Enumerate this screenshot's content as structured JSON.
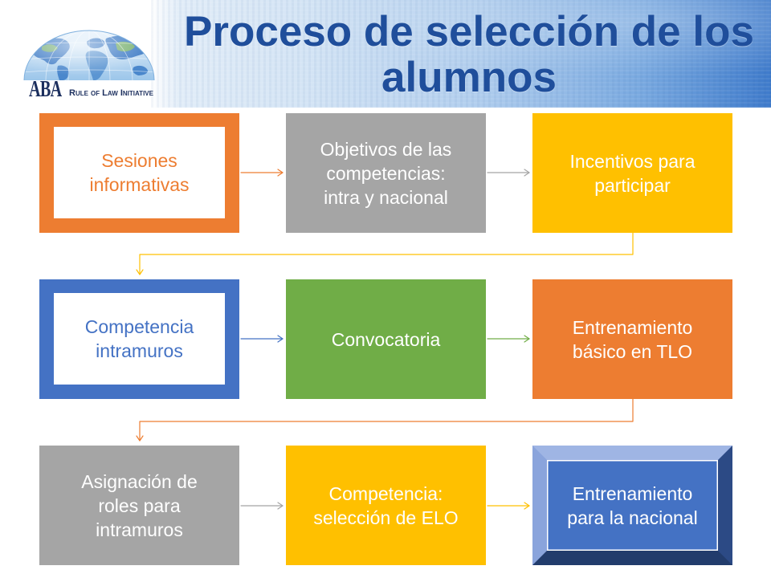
{
  "logo": {
    "mark": "ABA",
    "name": "Rule of Law Initiative"
  },
  "title": "Proceso de selección de los alumnos",
  "colors": {
    "title": "#1F4E9B",
    "orange": "#ED7D31",
    "gray": "#A5A5A5",
    "yellow": "#FFC000",
    "blue": "#4472C4",
    "green": "#70AD47"
  },
  "steps": [
    {
      "label": "Sesiones informativas"
    },
    {
      "label": "Objetivos de las competencias: intra y nacional"
    },
    {
      "label": "Incentivos para participar"
    },
    {
      "label": "Competencia intramuros"
    },
    {
      "label": "Convocatoria"
    },
    {
      "label": "Entrenamiento básico en TLO"
    },
    {
      "label": "Asignación de roles para intramuros"
    },
    {
      "label": "Competencia: selección de ELO"
    },
    {
      "label": "Entrenamiento para la nacional"
    }
  ]
}
